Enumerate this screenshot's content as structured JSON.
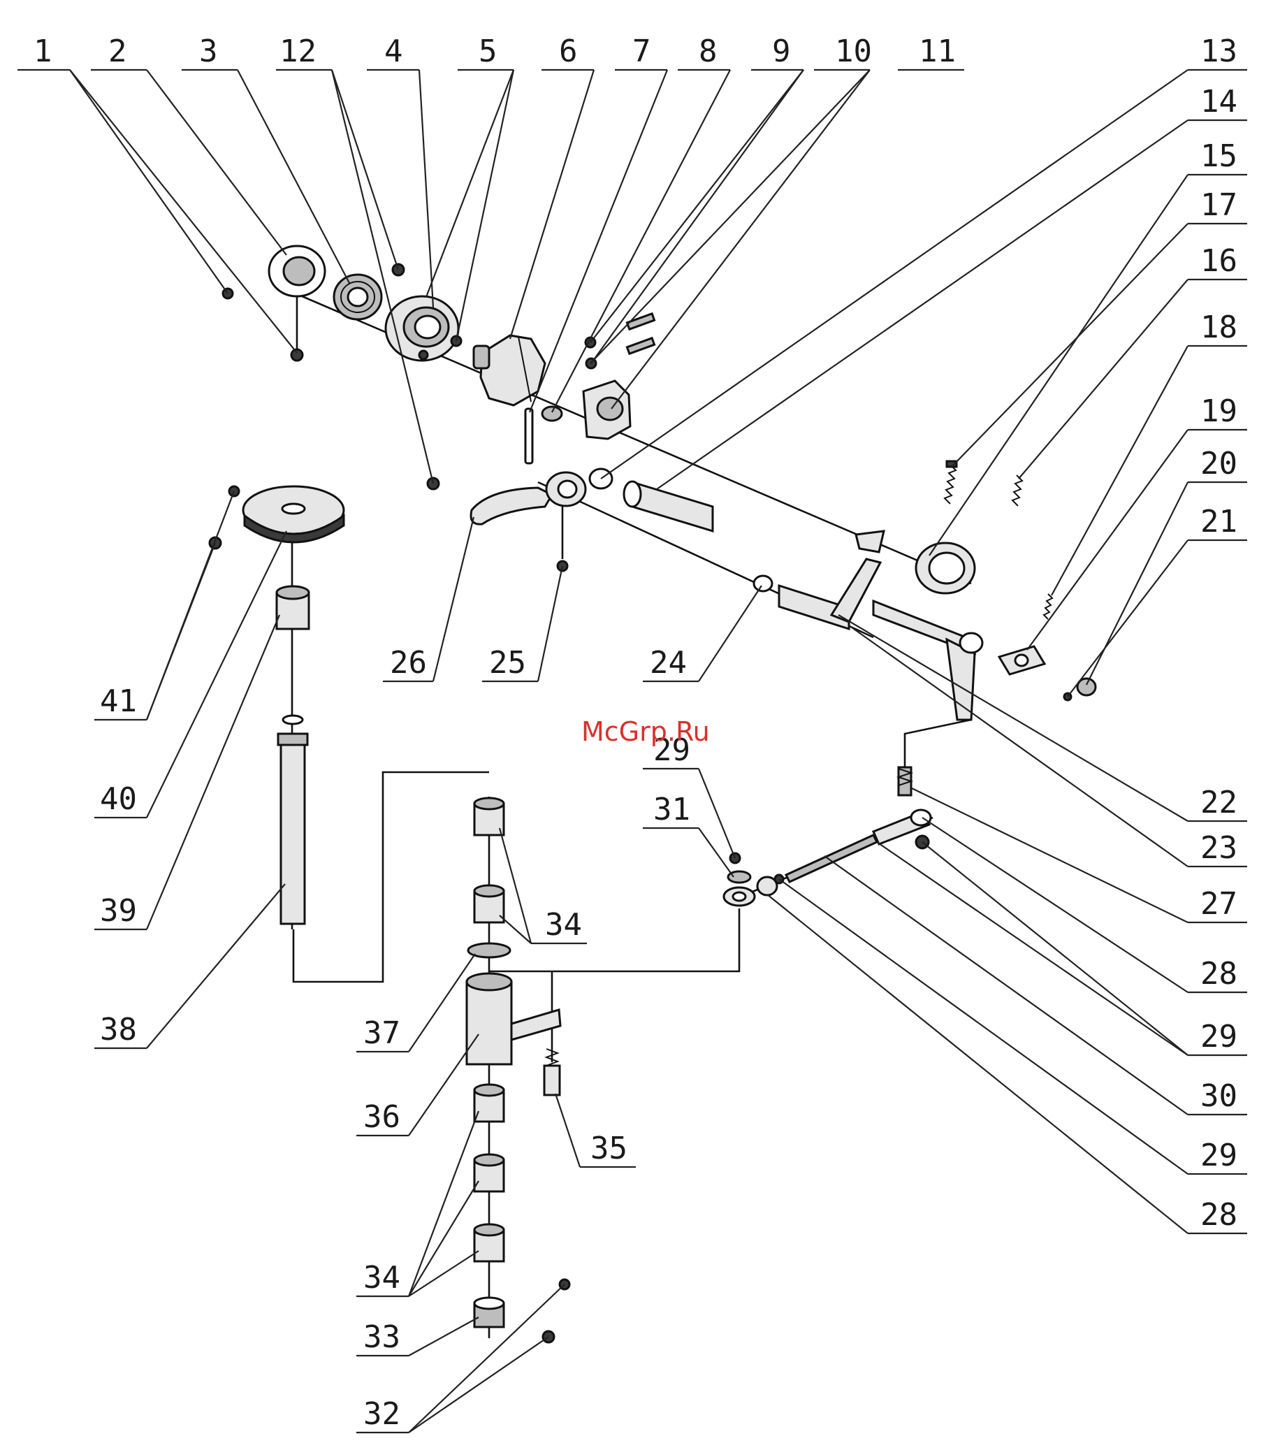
{
  "watermark": "McGrp.Ru",
  "callouts": [
    {
      "id": "c1",
      "text": "1"
    },
    {
      "id": "c2",
      "text": "2"
    },
    {
      "id": "c3",
      "text": "3"
    },
    {
      "id": "c12",
      "text": "12"
    },
    {
      "id": "c4",
      "text": "4"
    },
    {
      "id": "c5",
      "text": "5"
    },
    {
      "id": "c6",
      "text": "6"
    },
    {
      "id": "c7",
      "text": "7"
    },
    {
      "id": "c8",
      "text": "8"
    },
    {
      "id": "c9",
      "text": "9"
    },
    {
      "id": "c10",
      "text": "10"
    },
    {
      "id": "c11",
      "text": "11"
    },
    {
      "id": "c13",
      "text": "13"
    },
    {
      "id": "c14",
      "text": "14"
    },
    {
      "id": "c15",
      "text": "15"
    },
    {
      "id": "c17",
      "text": "17"
    },
    {
      "id": "c16",
      "text": "16"
    },
    {
      "id": "c18",
      "text": "18"
    },
    {
      "id": "c19",
      "text": "19"
    },
    {
      "id": "c20",
      "text": "20"
    },
    {
      "id": "c21",
      "text": "21"
    },
    {
      "id": "c26",
      "text": "26"
    },
    {
      "id": "c25",
      "text": "25"
    },
    {
      "id": "c24",
      "text": "24"
    },
    {
      "id": "c41",
      "text": "41"
    },
    {
      "id": "c40",
      "text": "40"
    },
    {
      "id": "c39",
      "text": "39"
    },
    {
      "id": "c38",
      "text": "38"
    },
    {
      "id": "c29a",
      "text": "29"
    },
    {
      "id": "c31",
      "text": "31"
    },
    {
      "id": "c22",
      "text": "22"
    },
    {
      "id": "c23",
      "text": "23"
    },
    {
      "id": "c27",
      "text": "27"
    },
    {
      "id": "c28a",
      "text": "28"
    },
    {
      "id": "c29b",
      "text": "29"
    },
    {
      "id": "c30",
      "text": "30"
    },
    {
      "id": "c29c",
      "text": "29"
    },
    {
      "id": "c28b",
      "text": "28"
    },
    {
      "id": "c34a",
      "text": "34"
    },
    {
      "id": "c37",
      "text": "37"
    },
    {
      "id": "c36",
      "text": "36"
    },
    {
      "id": "c35",
      "text": "35"
    },
    {
      "id": "c34b",
      "text": "34"
    },
    {
      "id": "c33",
      "text": "33"
    },
    {
      "id": "c32",
      "text": "32"
    }
  ]
}
